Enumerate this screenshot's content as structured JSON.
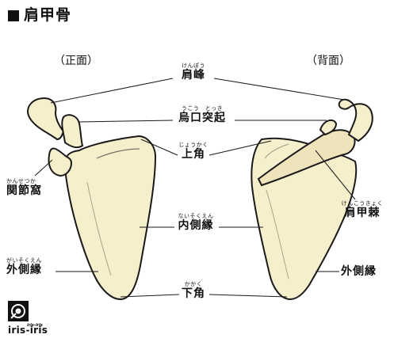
{
  "title": "肩甲骨",
  "views": {
    "front": "（正面）",
    "back": "（背面）"
  },
  "labels": {
    "acromion": {
      "furigana": "けんぽう",
      "text": "肩峰"
    },
    "coracoid": {
      "furigana": "うこう　とっき",
      "text": "烏口突起"
    },
    "superior_angle": {
      "furigana": "じょうかく",
      "text": "上角"
    },
    "glenoid": {
      "furigana": "かんせつか",
      "text": "関節窩"
    },
    "spine": {
      "furigana": "けんこうきょく",
      "text": "肩甲棘"
    },
    "medial_border": {
      "furigana": "ないそくえん",
      "text": "内側縁"
    },
    "lateral_border_left": {
      "furigana": "がいそくえん",
      "text": "外側縁"
    },
    "lateral_border_right": {
      "text": "外側縁"
    },
    "inferior_angle": {
      "furigana": "かかく",
      "text": "下角"
    }
  },
  "logo": {
    "small_text": "iris-iris",
    "text": "iris-iris"
  },
  "colors": {
    "bone_fill": "#f6efcc",
    "outline": "#1a1a1a",
    "shade": "#e7dcb0"
  }
}
